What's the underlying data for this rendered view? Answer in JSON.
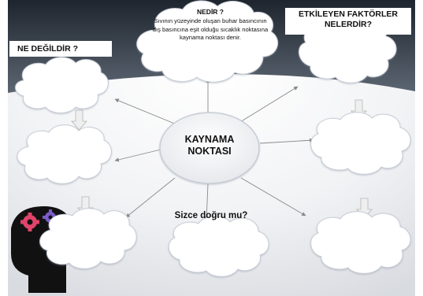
{
  "slide": {
    "center_title": "KAYNAMA NOKTASI",
    "what_is": {
      "heading": "NEDİR ?",
      "definition": "Sıvının yüzeyinde oluşan buhar basıncının dış basıncına eşit olduğu sıcaklık noktasına kaynama noktası denir."
    },
    "what_is_not": "NE DEĞİLDİR ?",
    "factors": "ETKİLEYEN FAKTÖRLER NELERDİR?",
    "do_you_think": "Sizce doğru mu?"
  },
  "colors": {
    "header_dark": "#2d3540",
    "header_mid": "#6b7480",
    "cloud_fill": "#ffffff",
    "cloud_outline": "#c8cdd6",
    "arrow": "#888888",
    "block_arrow_fill": "#eeeeee",
    "gear_pink": "#e0446b",
    "gear_purple": "#7a5cc8",
    "figure_black": "#111111"
  },
  "icons": [
    "gear-icon",
    "head-silhouette-icon",
    "down-arrow-icon"
  ]
}
